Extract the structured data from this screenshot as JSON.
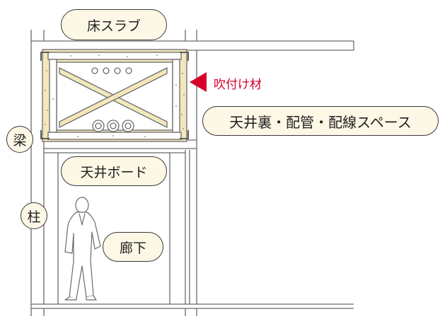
{
  "labels": {
    "floor_slab": "床スラブ",
    "spray_material": "吹付け材",
    "ceiling_space": "天井裏・配管・配線スペース",
    "beam": "梁",
    "ceiling_board": "天井ボード",
    "column": "柱",
    "corridor": "廊下"
  },
  "colors": {
    "pill_fill": "#fdf7e6",
    "spray_fill": "#f3e7bd",
    "arrow": "#d6002a",
    "line": "#6b6b6b"
  }
}
